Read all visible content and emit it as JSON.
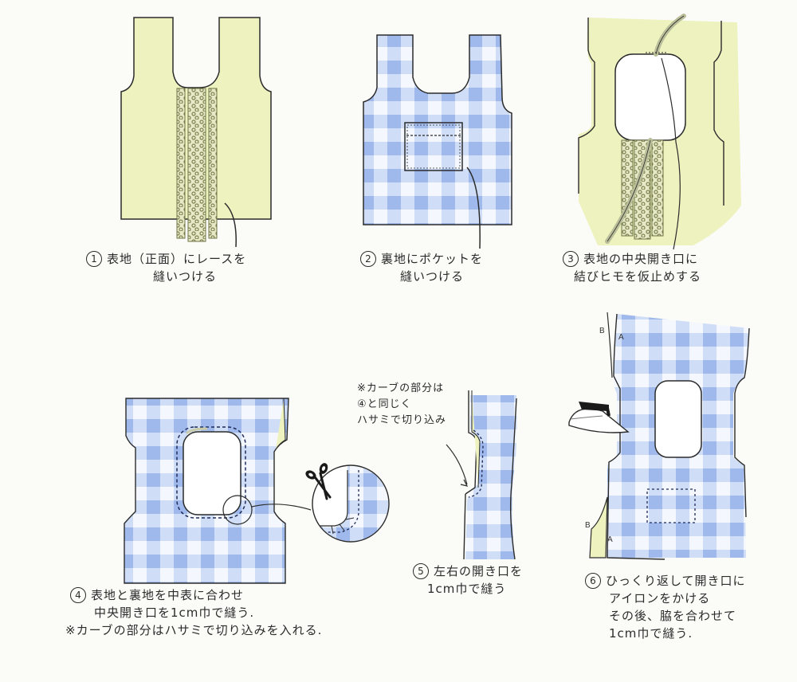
{
  "colors": {
    "background": "#fbfcf8",
    "outer_fabric_yellow": "#eef2bf",
    "gingham_blue": "#a9c1ef",
    "gingham_light": "#d7e3f8",
    "outline": "#2b2b2b",
    "lace": "#8a8f5a",
    "cord": "#c8ccaa"
  },
  "steps": [
    {
      "number": "1",
      "lines": [
        "表地（正面）にレースを",
        "縫いつける"
      ],
      "illustration": "yellow-outer-fabric-with-lace"
    },
    {
      "number": "2",
      "lines": [
        "裏地にポケットを",
        "縫いつける"
      ],
      "illustration": "gingham-lining-with-pocket"
    },
    {
      "number": "3",
      "lines": [
        "表地の中央開き口に",
        "結びヒモを仮止めする"
      ],
      "illustration": "yellow-fabric-opening-with-cord"
    },
    {
      "number": "4",
      "lines": [
        "表地と裏地を中表に合わせ",
        "中央開き口を1cm巾で縫う.",
        "※カーブの部分はハサミで切り込みを入れる."
      ],
      "illustration": "sewn-opening-with-scissors-detail"
    },
    {
      "number": "5",
      "lines": [
        "左右の開き口を",
        "1cm巾で縫う"
      ],
      "note": [
        "※カーブの部分は",
        "④と同じく",
        "ハサミで切り込み"
      ],
      "illustration": "side-opening-sewn"
    },
    {
      "number": "6",
      "lines": [
        "ひっくり返して開き口に",
        "アイロンをかける",
        "その後、脇を合わせて",
        "1cm巾で縫う."
      ],
      "labels": [
        "B",
        "A",
        "B",
        "A"
      ],
      "illustration": "turned-out-with-iron"
    }
  ]
}
